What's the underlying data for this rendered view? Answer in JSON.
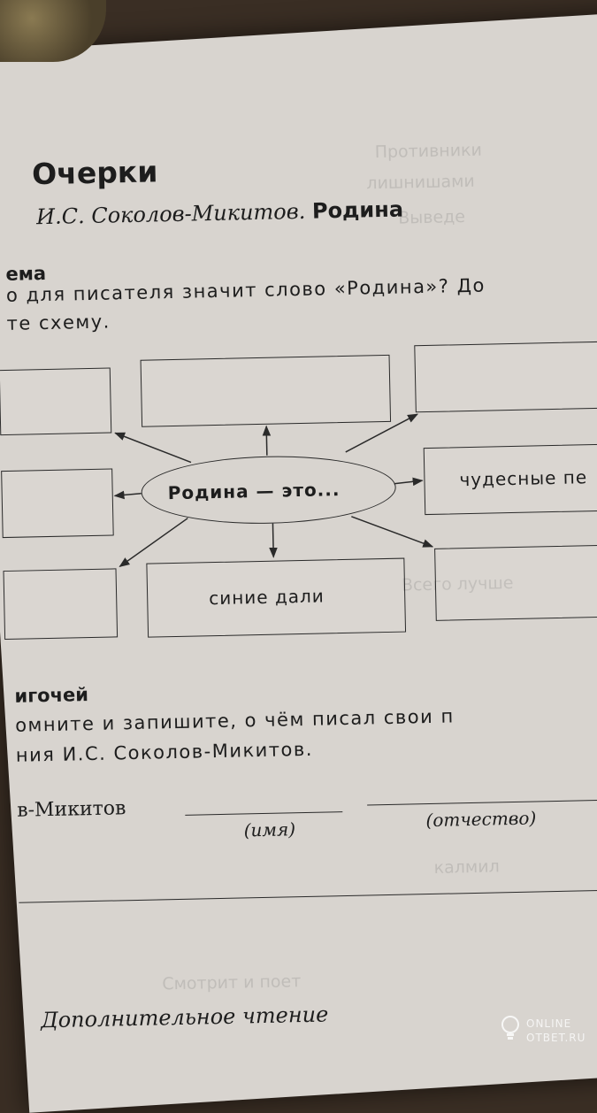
{
  "section_title": "Очерки",
  "subtitle": {
    "author": "И.С. Соколов-Микитов.",
    "work": "Родина"
  },
  "task1": {
    "label": "ема",
    "question_line1": "о для писателя значит слово «Родина»? До",
    "question_line2": "те схему."
  },
  "scheme": {
    "center": "Родина — это...",
    "right_middle": "чудесные пе",
    "bottom_center": "синие дали"
  },
  "task2": {
    "label": "игочей",
    "line1": "омните и запишите, о чём писал свои п",
    "line2": "ния И.С. Соколов-Микитов.",
    "answer_prefix": "в-Микитов",
    "caption_name": "(имя)",
    "caption_patronymic": "(отчество)"
  },
  "footer": "Дополнительное чтение",
  "watermark": {
    "line1": "ONLINE",
    "line2": "OTBET.RU"
  },
  "bleed_text": [
    "Противники",
    "лишнишами",
    "Выведе",
    "Всего лучше",
    "калмил",
    "Смотрит и поет"
  ]
}
